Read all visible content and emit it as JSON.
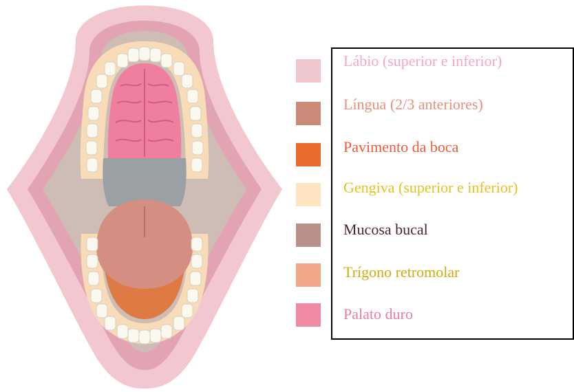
{
  "legend": {
    "items": [
      {
        "label": "Lábio (superior e inferior)",
        "text_color": "#f4a6c4",
        "swatch_color": "#f0c7cf"
      },
      {
        "label": "Língua (2/3 anteriores)",
        "text_color": "#e8907e",
        "swatch_color": "#c98a78"
      },
      {
        "label": "Pavimento da boca",
        "text_color": "#ee5a3a",
        "swatch_color": "#e96a2b"
      },
      {
        "label": "Gengiva (superior e inferior)",
        "text_color": "#e8c020",
        "swatch_color": "#fde3c0"
      },
      {
        "label": "Mucosa bucal",
        "text_color": "#4a2430",
        "swatch_color": "#b99089"
      },
      {
        "label": "Trígono retromolar",
        "text_color": "#d4aa10",
        "swatch_color": "#f3a788"
      },
      {
        "label": "Palato duro",
        "text_color": "#e87ea8",
        "swatch_color": "#f08aa3"
      }
    ]
  },
  "diagram": {
    "colors": {
      "lip": "#f3c7cf",
      "lip_edge": "#e2a4b2",
      "cavity": "#cdbdb4",
      "gingiva": "#f8dcb8",
      "teeth": "#fbf8f0",
      "hard_palate": "#f07f9f",
      "soft_palate": "#9aa0a3",
      "tongue": "#d48f82",
      "floor": "#e07a45"
    }
  }
}
